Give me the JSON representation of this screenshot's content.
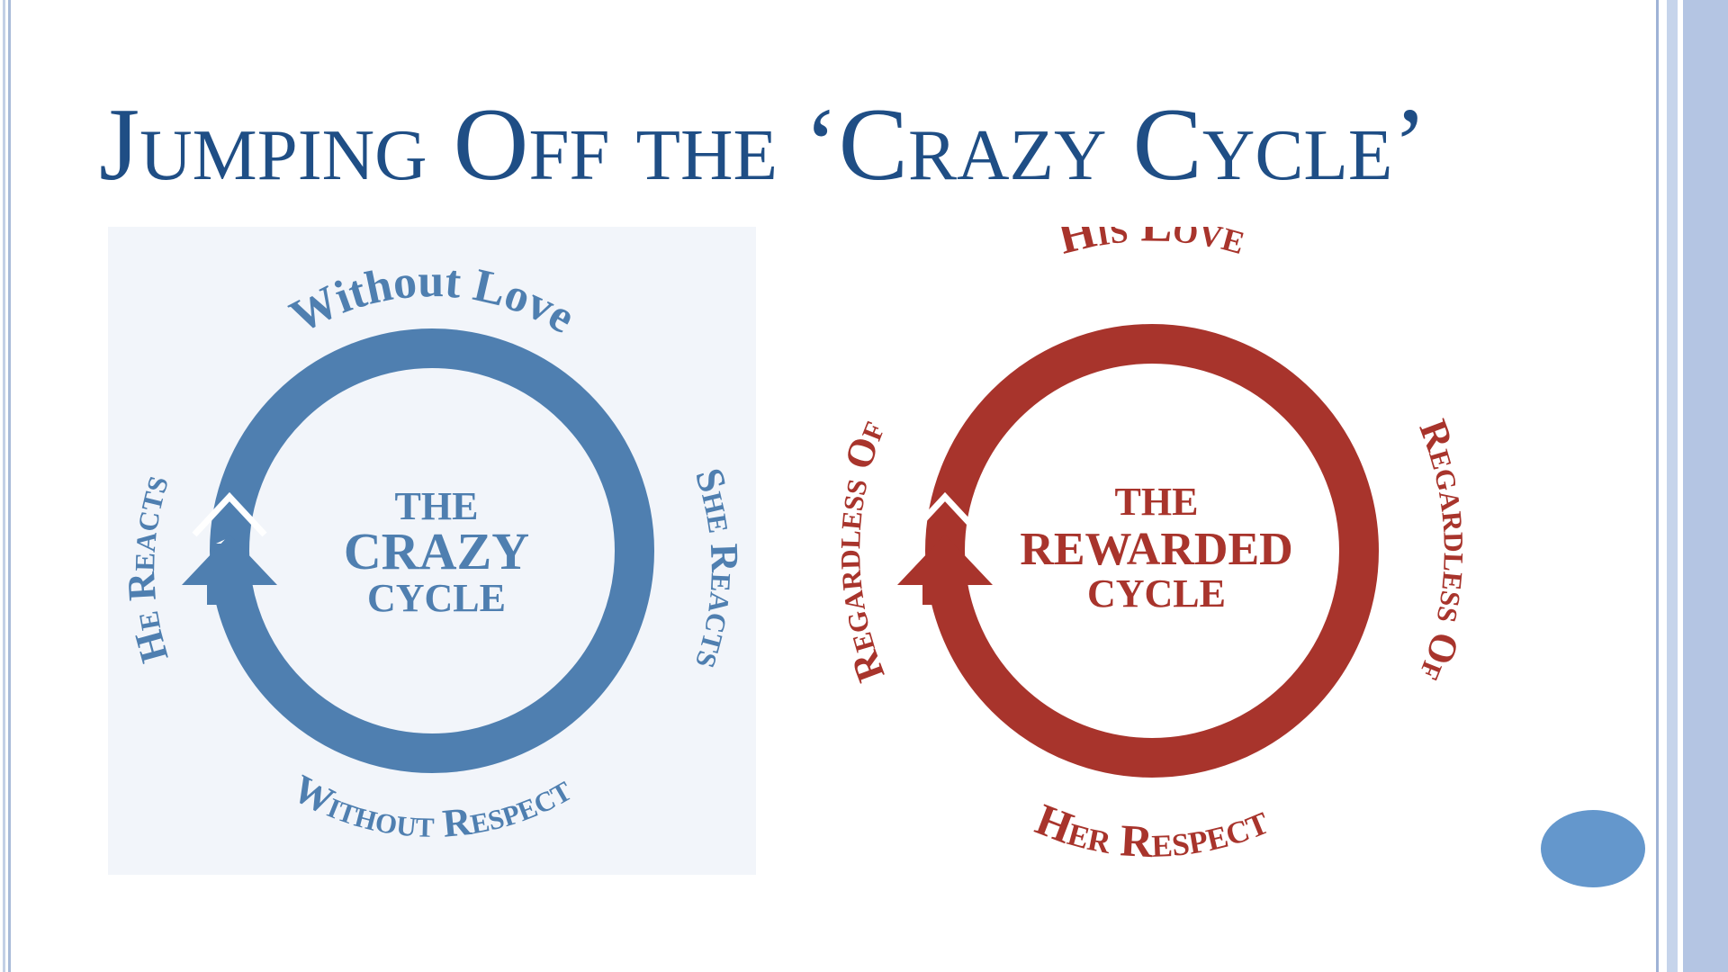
{
  "slide": {
    "title": "Jumping Off the ‘Crazy Cycle’"
  },
  "diagrams": [
    {
      "id": "crazy",
      "color": "#4f7fb0",
      "background": "#f2f5fa",
      "labels": {
        "top": "Without Love",
        "right": "She Reacts",
        "bottom": "Without Respect",
        "left": "He Reacts"
      },
      "center": [
        "THE",
        "CRAZY",
        "CYCLE"
      ]
    },
    {
      "id": "rewarded",
      "color": "#a8342c",
      "background": "#ffffff",
      "labels": {
        "top": "His Love",
        "right": "Regardless Of",
        "bottom": "Her Respect",
        "left": "Regardless Of"
      },
      "center": [
        "THE",
        "REWARDED",
        "CYCLE"
      ]
    }
  ],
  "icons": {
    "nav": "circle-nav-icon"
  }
}
